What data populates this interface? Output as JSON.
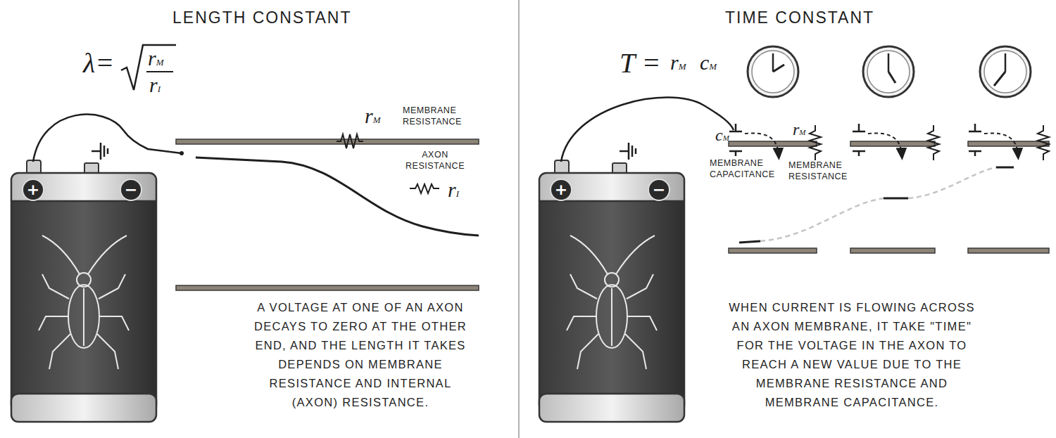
{
  "diagram": {
    "labels": [
      "LENGTH CONSTANT",
      "λ=",
      "rM",
      "rI",
      "+",
      "−",
      "rM",
      "MEMBRANE RESISTANCE",
      "AXON RESISTANCE",
      "rI",
      "A VOLTAGE AT ONE OF AN AXON DECAYS TO ZERO AT THE OTHER END, AND THE LENGTH IT TAKES DEPENDS ON MEMBRANE RESISTANCE AND INTERNAL (AXON) RESISTANCE.",
      "TIME CONSTANT",
      "T =",
      "rM",
      "cM",
      "+",
      "−",
      "cM",
      "rM",
      "MEMBRANE CAPACITANCE",
      "MEMBRANE RESISTANCE",
      "WHEN CURRENT IS FLOWING ACROSS AN AXON MEMBRANE, IT TAKE \"TIME\" FOR THE VOLTAGE IN THE AXON TO REACH A NEW VALUE DUE TO THE MEMBRANE RESISTANCE AND MEMBRANE CAPACITANCE."
    ]
  }
}
